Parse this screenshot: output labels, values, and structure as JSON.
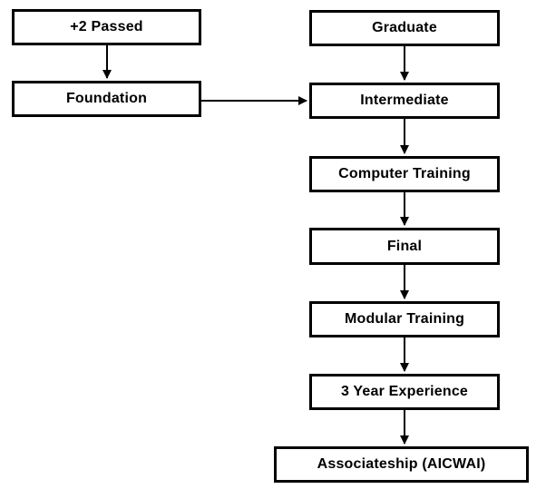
{
  "diagram": {
    "title": "AICWAI qualification flowchart",
    "colors": {
      "background": "#ffffff",
      "box_border": "#000000",
      "box_fill": "#ffffff",
      "text": "#000000",
      "arrow": "#000000"
    },
    "nodes": {
      "plus2_passed": "+2 Passed",
      "foundation": "Foundation",
      "graduate": "Graduate",
      "intermediate": "Intermediate",
      "computer_training": "Computer Training",
      "final": "Final",
      "modular_training": "Modular Training",
      "three_year_experience": "3 Year Experience",
      "associateship": "Associateship (AICWAI)"
    },
    "edges": [
      "+2 Passed -> Foundation",
      "Foundation -> Intermediate",
      "Graduate -> Intermediate",
      "Intermediate -> Computer Training",
      "Computer Training -> Final",
      "Final -> Modular Training",
      "Modular Training -> 3 Year Experience",
      "3 Year Experience -> Associateship (AICWAI)"
    ]
  }
}
